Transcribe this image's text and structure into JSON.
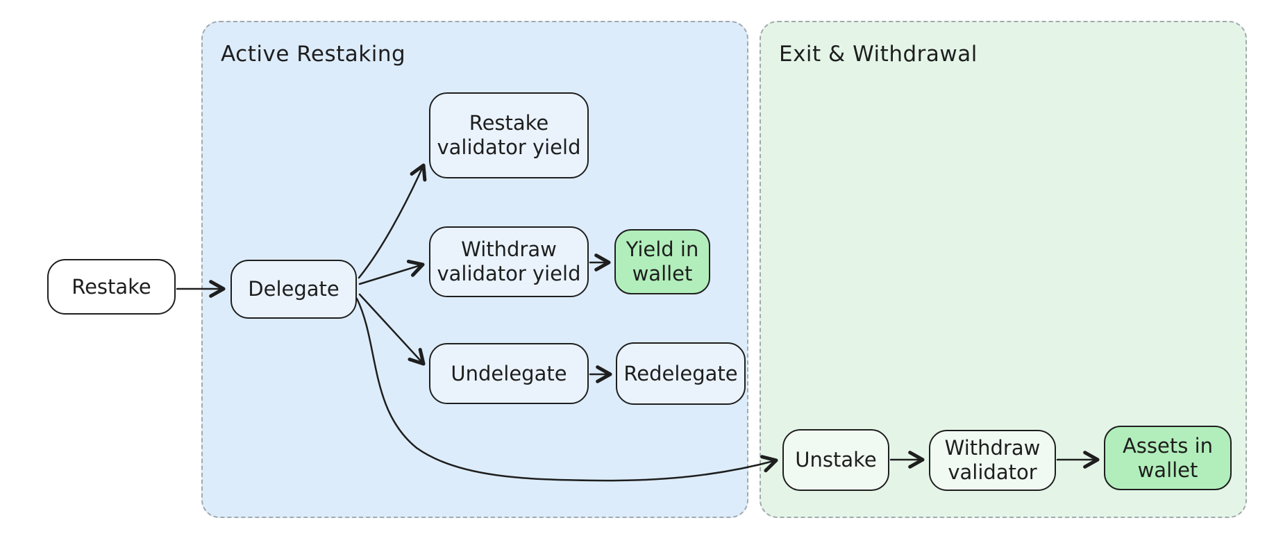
{
  "colors": {
    "ink": "#1e1e1e",
    "container_border": "#a3a8ad",
    "canvas_bg": "#ffffff",
    "blue_container": "#ddecfa",
    "blue_node": "#eaf3fc",
    "green_container": "#e4f5e8",
    "green_node": "#f1faf2",
    "green_highlight": "#b2eebb",
    "plain_node": "#ffffff"
  },
  "containers": [
    {
      "id": "active-restaking",
      "label": "Active Restaking",
      "fill": "#ddecfa"
    },
    {
      "id": "exit-withdrawal",
      "label": "Exit & Withdrawal",
      "fill": "#e4f5e8"
    }
  ],
  "nodes": [
    {
      "id": "restake",
      "label": "Restake",
      "fill": "#ffffff"
    },
    {
      "id": "delegate",
      "label": "Delegate",
      "fill": "#eaf3fc"
    },
    {
      "id": "restake-validator-yield",
      "label": "Restake\nvalidator yield",
      "fill": "#eaf3fc"
    },
    {
      "id": "withdraw-validator-yield",
      "label": "Withdraw\nvalidator yield",
      "fill": "#eaf3fc"
    },
    {
      "id": "yield-in-wallet",
      "label": "Yield in\nwallet",
      "fill": "#b2eebb"
    },
    {
      "id": "undelegate",
      "label": "Undelegate",
      "fill": "#eaf3fc"
    },
    {
      "id": "redelegate",
      "label": "Redelegate",
      "fill": "#eaf3fc"
    },
    {
      "id": "unstake",
      "label": "Unstake",
      "fill": "#f1faf2"
    },
    {
      "id": "withdraw-validator",
      "label": "Withdraw\nvalidator",
      "fill": "#f1faf2"
    },
    {
      "id": "assets-in-wallet",
      "label": "Assets in\nwallet",
      "fill": "#b2eebb"
    }
  ],
  "edges": [
    {
      "from": "restake",
      "to": "delegate"
    },
    {
      "from": "delegate",
      "to": "restake-validator-yield"
    },
    {
      "from": "delegate",
      "to": "withdraw-validator-yield"
    },
    {
      "from": "delegate",
      "to": "undelegate"
    },
    {
      "from": "withdraw-validator-yield",
      "to": "yield-in-wallet"
    },
    {
      "from": "undelegate",
      "to": "redelegate"
    },
    {
      "from": "delegate",
      "to": "unstake"
    },
    {
      "from": "unstake",
      "to": "withdraw-validator"
    },
    {
      "from": "withdraw-validator",
      "to": "assets-in-wallet"
    }
  ]
}
